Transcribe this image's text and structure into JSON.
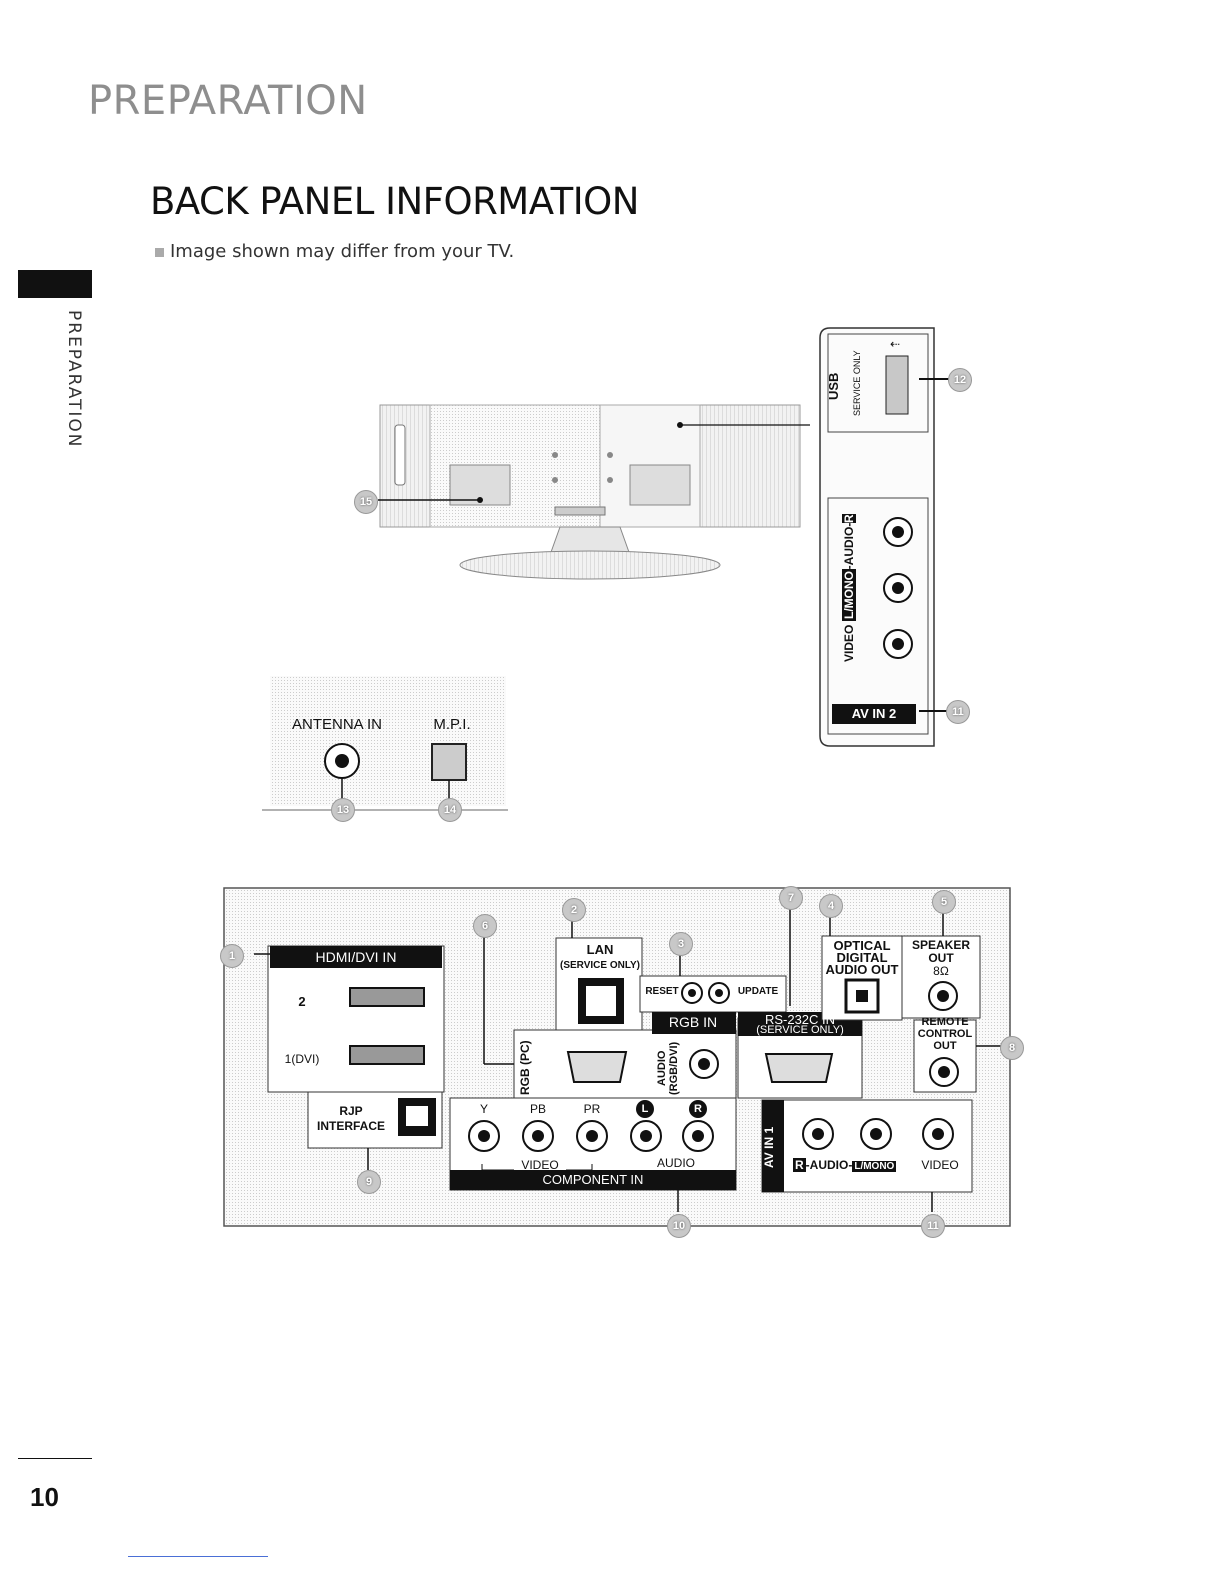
{
  "header": {
    "section_title": "PREPARATION",
    "page_heading": "BACK PANEL INFORMATION"
  },
  "note": "Image shown may differ from your TV.",
  "side_tab": {
    "label": "PREPARATION"
  },
  "footer": {
    "page_number": "10"
  },
  "side_panel": {
    "usb_label": "USB",
    "usb_sub": "SERVICE ONLY",
    "av_label_video": "VIDEO",
    "av_label_lmono": "L/MONO",
    "av_label_audio": "-AUDIO-",
    "av_label_r": "R",
    "av_in2": "AV IN 2"
  },
  "inset": {
    "antenna_in": "ANTENNA IN",
    "mpi": "M.P.I."
  },
  "main_panel": {
    "hdmi_title": "HDMI/DVI IN",
    "hdmi_port2": "2",
    "hdmi_port1": "1(DVI)",
    "rjp_line1": "RJP",
    "rjp_line2": "INTERFACE",
    "lan_line1": "LAN",
    "lan_line2": "(SERVICE ONLY)",
    "reset": "RESET",
    "update": "UPDATE",
    "rgb_in": "RGB IN",
    "rgb_pc": "RGB (PC)",
    "audio_rgb": "AUDIO (RGB/DVI)",
    "rs232_line1": "RS-232C IN",
    "rs232_line2": "(SERVICE ONLY)",
    "optical_line1": "OPTICAL",
    "optical_line2": "DIGITAL",
    "optical_line3": "AUDIO OUT",
    "speaker_line1": "SPEAKER",
    "speaker_line2": "OUT",
    "speaker_line3": "8Ω",
    "remote_line1": "REMOTE",
    "remote_line2": "CONTROL",
    "remote_line3": "OUT",
    "comp_y": "Y",
    "comp_pb": "PB",
    "comp_pr": "PR",
    "comp_l": "L",
    "comp_r": "R",
    "comp_video": "VIDEO",
    "comp_audio": "AUDIO",
    "component_in": "COMPONENT IN",
    "av_in1": "AV IN 1",
    "av1_r": "R",
    "av1_audio": "-AUDIO-",
    "av1_lmono": "L/MONO",
    "av1_video": "VIDEO"
  },
  "callouts": {
    "c1": "1",
    "c2": "2",
    "c3": "3",
    "c4": "4",
    "c5": "5",
    "c6": "6",
    "c7": "7",
    "c8": "8",
    "c9": "9",
    "c10": "10",
    "c11": "11",
    "c11b": "11",
    "c12": "12",
    "c13": "13",
    "c14": "14",
    "c15": "15"
  }
}
